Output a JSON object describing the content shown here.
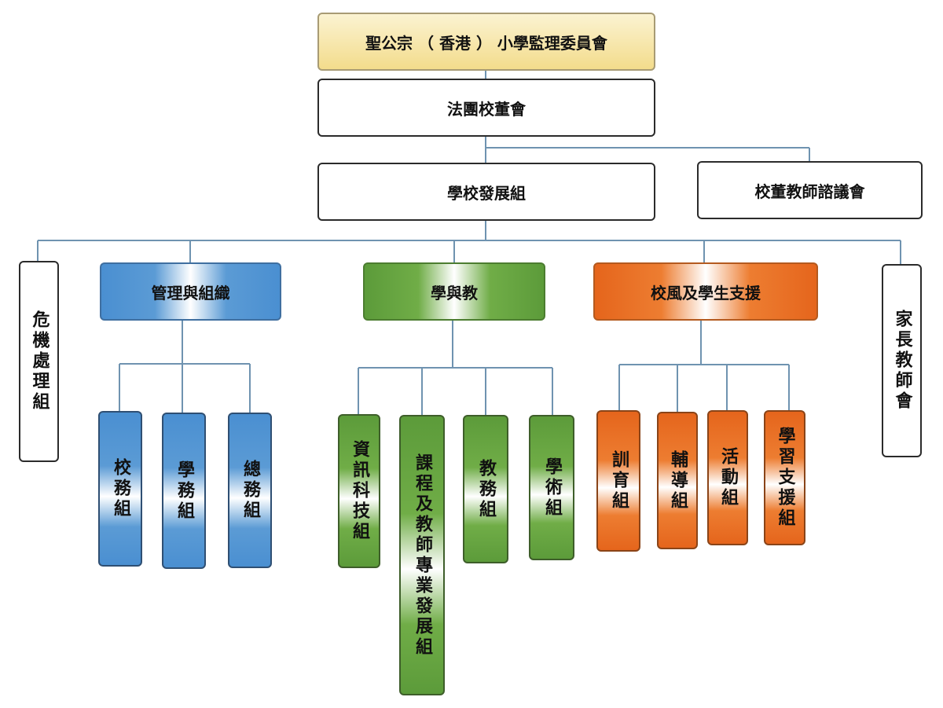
{
  "org_chart": {
    "top": "聖公宗 （ 香港 ） 小學監理委員會",
    "board": "法團校董會",
    "dev_group": "學校發展組",
    "council": "校董教師諮議會",
    "crisis": "危機處理組",
    "pta": "家長教師會",
    "branches": [
      {
        "name": "管理與組織",
        "color": "#5b9bd5",
        "groups": [
          "校務組",
          "學務組",
          "總務組"
        ]
      },
      {
        "name": "學與教",
        "color": "#70ad47",
        "groups": [
          "資訊科技組",
          "課程及教師專業發展組",
          "教務組",
          "學術組"
        ]
      },
      {
        "name": "校風及學生支援",
        "color": "#ed7d31",
        "groups": [
          "訓育組",
          "輔導組",
          "活動組",
          "學習支援組"
        ]
      }
    ]
  }
}
